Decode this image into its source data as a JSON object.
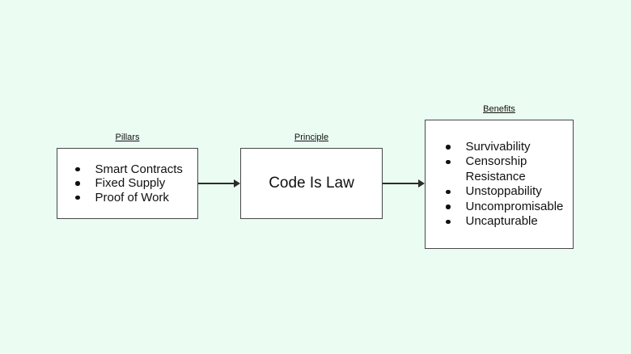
{
  "colors": {
    "background": "#ebfdf2",
    "box_fill": "#ffffff",
    "box_border": "#474747",
    "arrow": "#2b2b2b",
    "text": "#111111"
  },
  "nodes": {
    "pillars": {
      "title": "Pillars",
      "items": [
        "Smart Contracts",
        "Fixed Supply",
        "Proof of Work"
      ]
    },
    "principle": {
      "title": "Principle",
      "text": "Code Is Law"
    },
    "benefits": {
      "title": "Benefits",
      "items": [
        "Survivability",
        "Censorship Resistance",
        "Unstoppability",
        "Uncompromisable",
        "Uncapturable"
      ]
    }
  }
}
